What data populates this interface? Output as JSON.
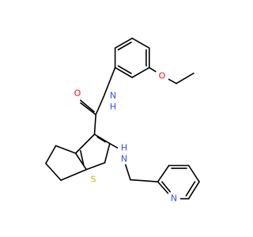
{
  "colors": {
    "bond": "#000000",
    "oxygen": "#ff0d0d",
    "nitrogen": "#3050f8",
    "sulfur": "#c8b400",
    "background": "#ffffff"
  },
  "atoms": {
    "carbonyl_oxygen": "O",
    "amide_nitrogen": "N",
    "amide_hydrogen": "H",
    "ether_oxygen": "O",
    "amine_nitrogen": "N",
    "amine_hydrogen": "H",
    "thiophene_sulfur": "S",
    "pyridine_nitrogen": "N"
  }
}
